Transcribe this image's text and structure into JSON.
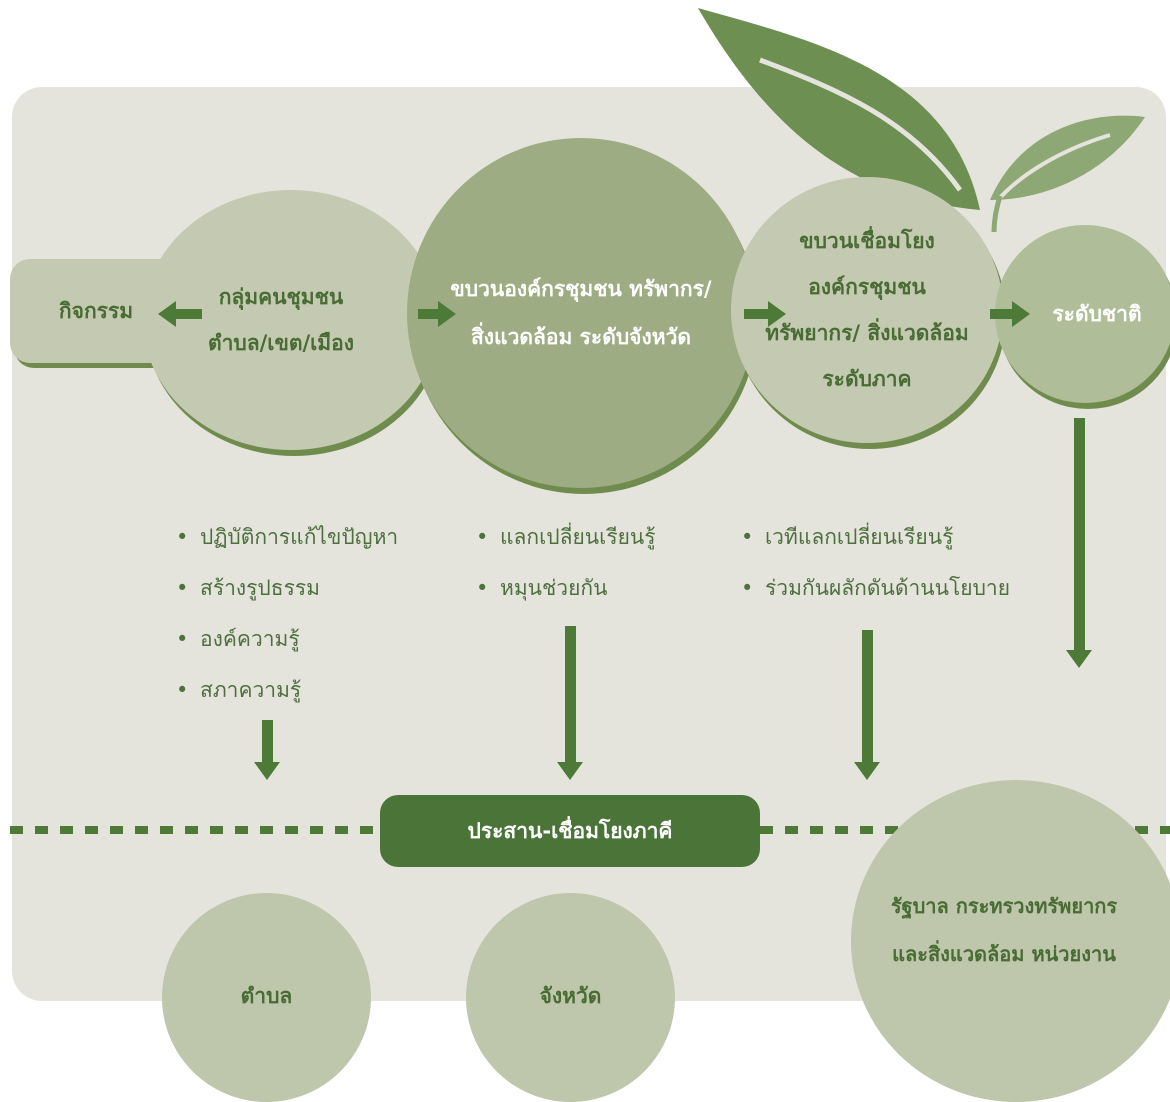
{
  "activity": {
    "label": "กิจกรรม"
  },
  "stages": [
    {
      "lines": [
        "กลุ่มคนชุมชน",
        "ตำบล/เขต/เมือง"
      ]
    },
    {
      "lines": [
        "ขบวนองค์กรชุมชน ทรัพากร/",
        "สิ่งแวดล้อม ระดับจังหวัด"
      ]
    },
    {
      "lines": [
        "ขบวนเชื่อมโยง",
        "องค์กรชุมชน",
        "ทรัพยากร/ สิ่งแวดล้อม",
        "ระดับภาค"
      ]
    },
    {
      "lines": [
        "ระดับชาติ"
      ]
    }
  ],
  "bullet_groups": [
    {
      "items": [
        "ปฏิบัติการแก้ไขปัญหา",
        "สร้างรูปธรรม",
        "องค์ความรู้",
        "สภาความรู้"
      ]
    },
    {
      "items": [
        "แลกเปลี่ยนเรียนรู้",
        "หมุนช่วยกัน"
      ]
    },
    {
      "items": [
        "เวทีแลกเปลี่ยนเรียนรู้",
        "ร่วมกันผลักดันด้านนโยบาย"
      ]
    }
  ],
  "coordination": {
    "label": "ประสาน-เชื่อมโยงภาคี"
  },
  "levels": [
    {
      "label": "ตำบล"
    },
    {
      "label": "จังหวัด"
    },
    {
      "lines": [
        "รัฐบาล กระทรวงทรัพยากร",
        "และสิ่งแวดล้อม หน่วยงาน"
      ]
    }
  ],
  "colors": {
    "panel": "#e4e4dc",
    "circle_light": "#c4cab1",
    "circle_mid": "#9dac83",
    "arrow": "#4e7a38",
    "text_dark_green": "#496c34",
    "leaf": "#6d8f52"
  }
}
